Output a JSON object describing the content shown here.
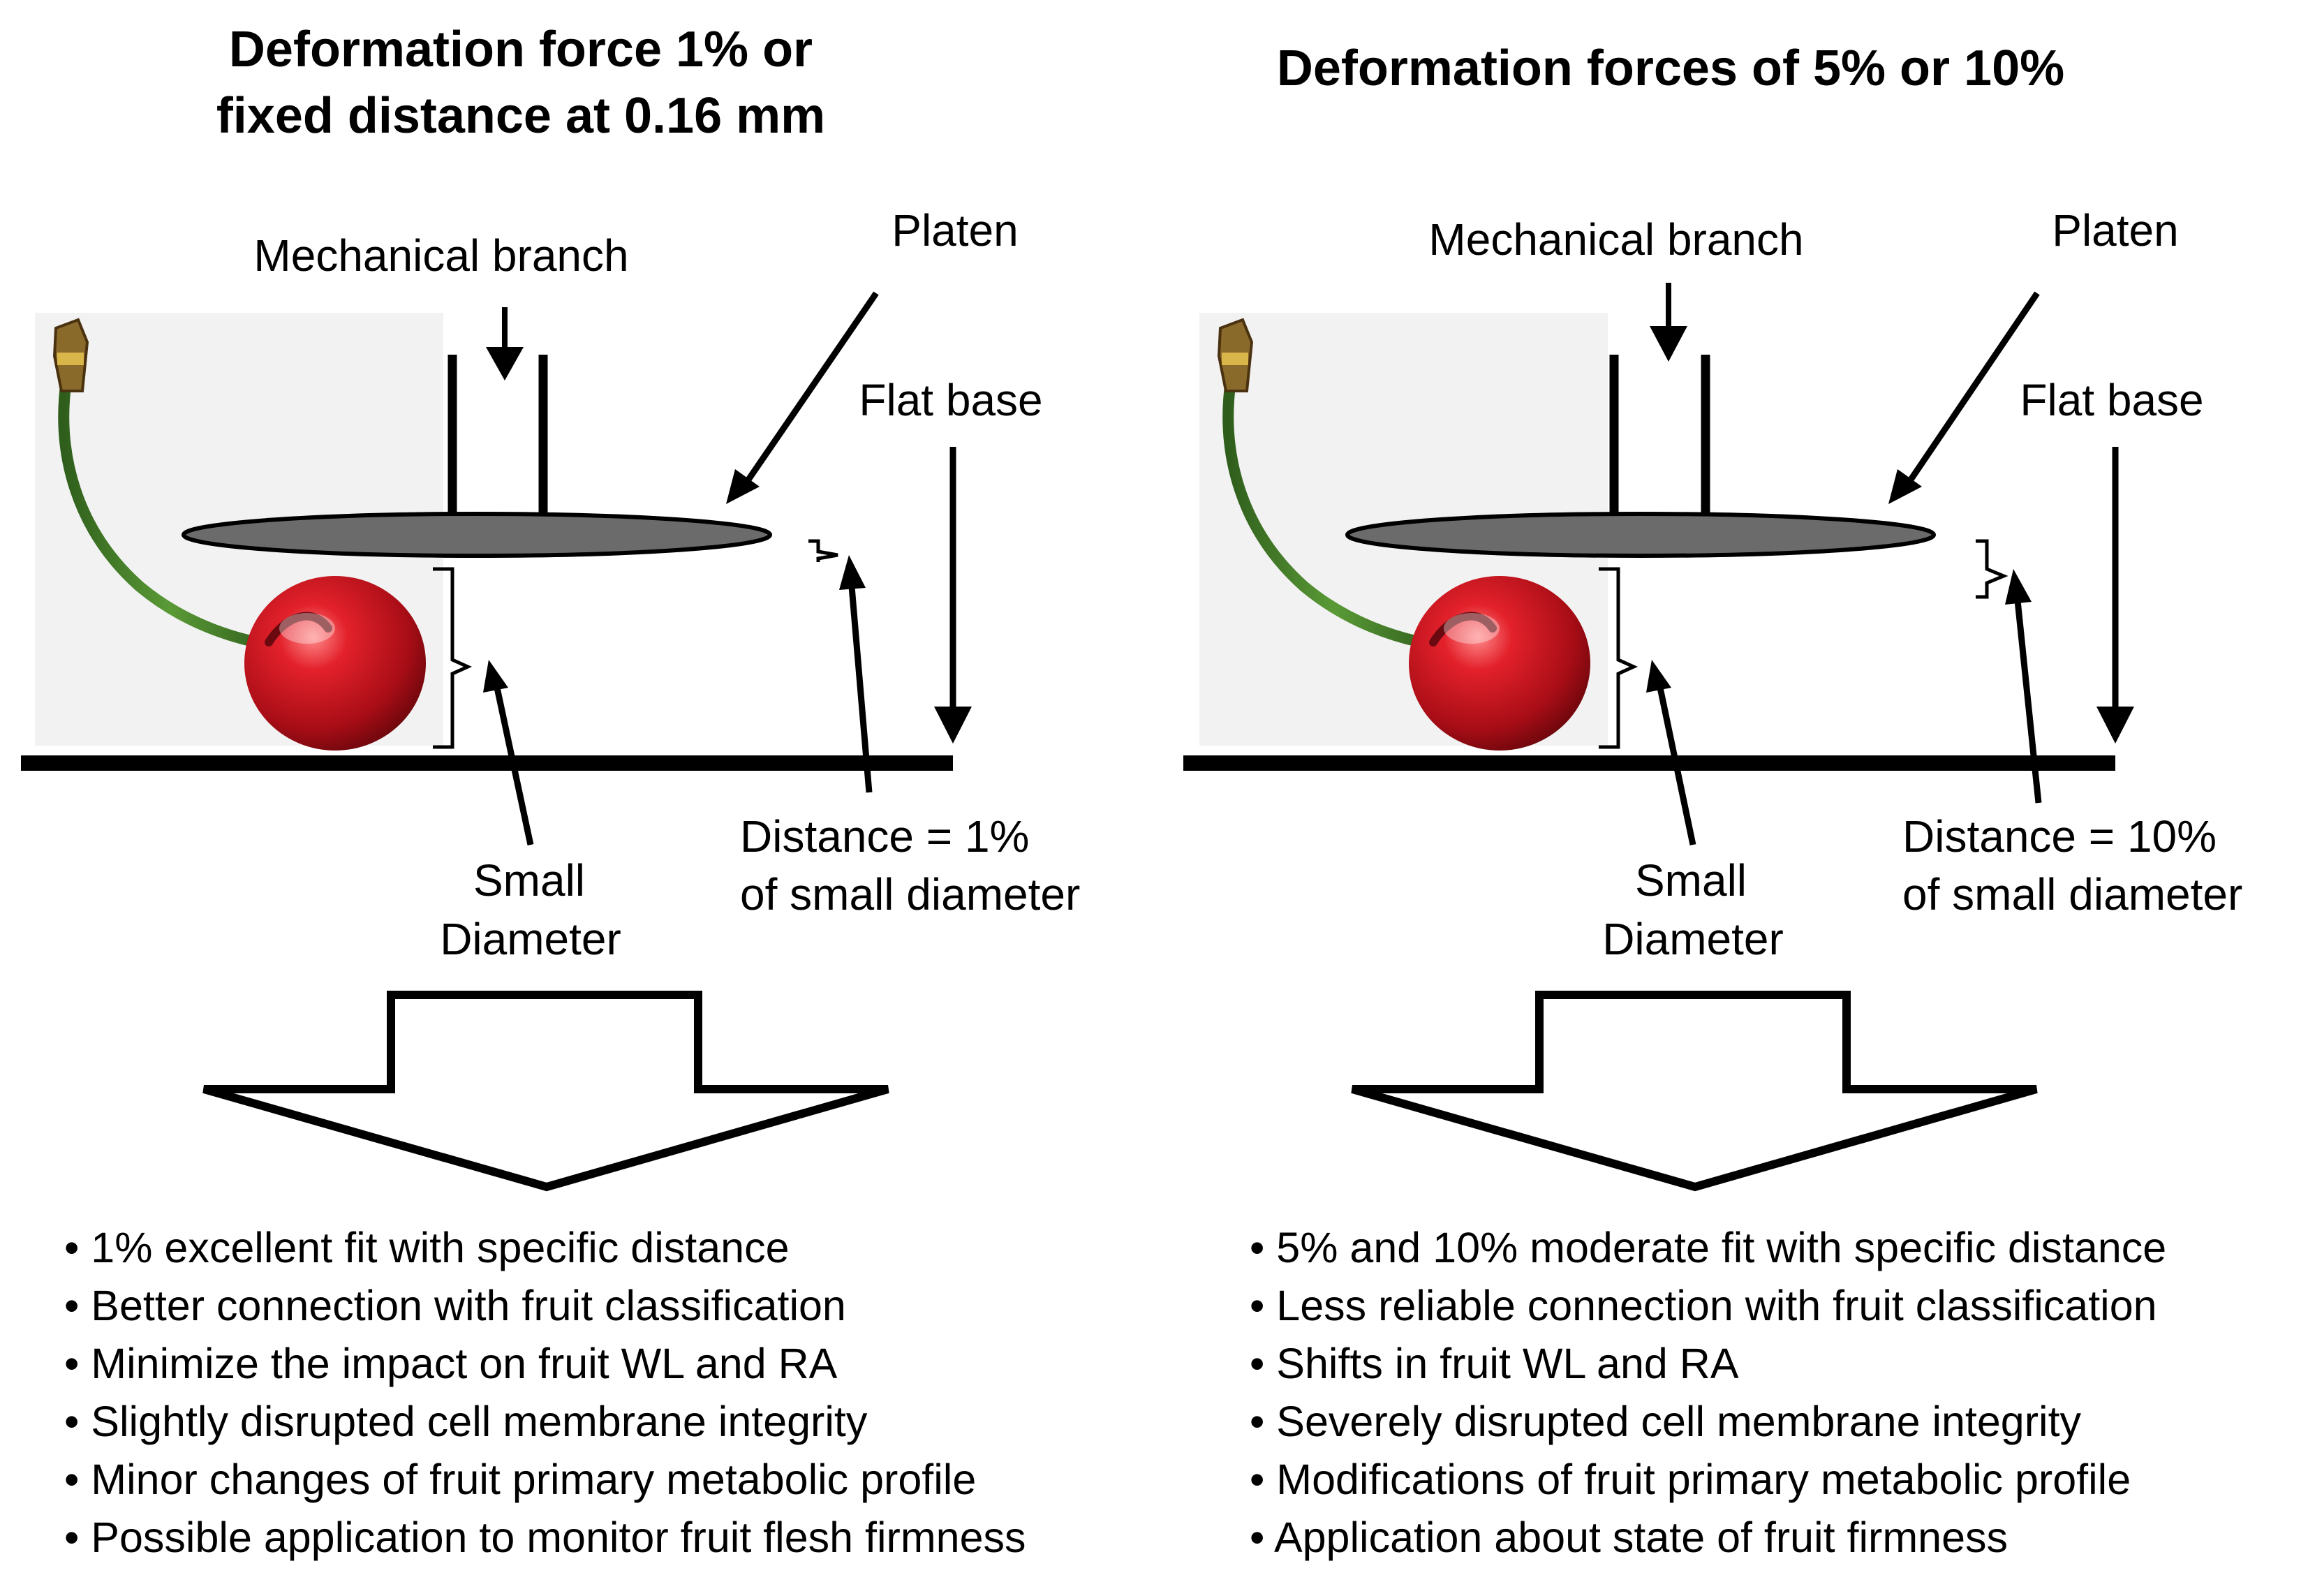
{
  "left": {
    "title_line1": "Deformation force 1% or",
    "title_line2": "fixed distance at 0.16 mm",
    "mechanical_branch": "Mechanical branch",
    "platen": "Platen",
    "flat_base": "Flat base",
    "small_line1": "Small",
    "small_line2": "Diameter",
    "distance_line1": "Distance = 1%",
    "distance_line2": "of small diameter",
    "bullets": [
      "• 1% excellent fit with specific distance",
      "• Better connection with fruit classification",
      "• Minimize the impact on fruit WL and RA",
      "• Slightly disrupted cell membrane integrity",
      "• Minor changes of fruit primary metabolic profile",
      "• Possible application to monitor fruit flesh firmness"
    ]
  },
  "right": {
    "title_line1": "Deformation forces of 5% or 10%",
    "mechanical_branch": "Mechanical branch",
    "platen": "Platen",
    "flat_base": "Flat base",
    "small_line1": "Small",
    "small_line2": "Diameter",
    "distance_line1": "Distance = 10%",
    "distance_line2": "of small diameter",
    "bullets": [
      "• 5% and 10% moderate fit with specific distance",
      "• Less reliable connection with fruit classification",
      "• Shifts in fruit WL and RA",
      "• Severely disrupted cell membrane integrity",
      "• Modifications of fruit primary metabolic profile",
      "• Application about state of fruit firmness"
    ]
  },
  "colors": {
    "cherry": "#c8141e",
    "cherry_dark": "#7a0a10",
    "stem": "#3f7a26",
    "platen": "#6b6b6b",
    "photo_bg": "#f2f2f2"
  }
}
